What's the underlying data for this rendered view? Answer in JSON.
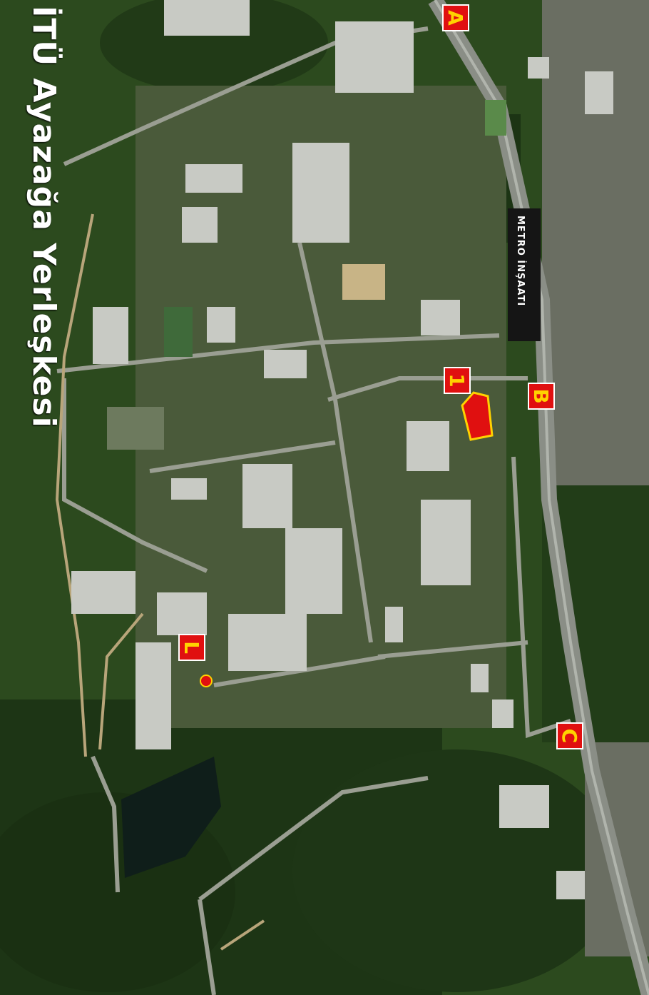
{
  "map": {
    "title": "İTÜ Ayazağa Yerleşkesi",
    "metro_label": "METRO İNŞAATI",
    "colors": {
      "marker_bg": "#e01010",
      "marker_text": "#ffd200",
      "highlight_fill": "#e01010",
      "highlight_stroke": "#ffd200",
      "dot_fill": "#e01010"
    },
    "markers": [
      {
        "id": "A",
        "label": "A"
      },
      {
        "id": "B",
        "label": "B"
      },
      {
        "id": "C",
        "label": "C"
      },
      {
        "id": "1",
        "label": "1"
      },
      {
        "id": "L",
        "label": "L"
      }
    ]
  }
}
